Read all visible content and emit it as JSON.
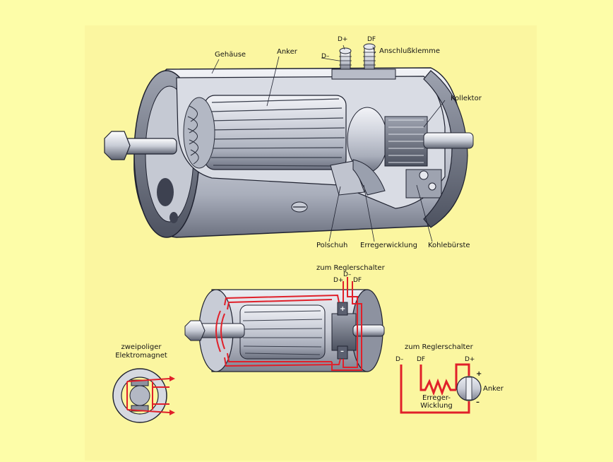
{
  "colors": {
    "background": "#fdfda8",
    "metal_light": "#e6e8ee",
    "metal_mid": "#b8bcc8",
    "metal_dark": "#5b6070",
    "line": "#1f2230",
    "wire_red": "#e0202a"
  },
  "top_diagram": {
    "labels": {
      "gehaeuse": "Gehäuse",
      "anker": "Anker",
      "d_plus": "D+",
      "df": "DF",
      "d_minus": "D–",
      "anschlussklemme": "Anschlußklemme",
      "kollektor": "Kollektor",
      "polschuh": "Polschuh",
      "erregerwicklung": "Erregerwicklung",
      "kohlebuerste": "Kohlebürste"
    }
  },
  "middle_diagram": {
    "labels": {
      "zum_reglerschalter": "zum Reglerschalter",
      "d_minus": "D–",
      "d_plus": "D+",
      "df": "DF",
      "plus": "+",
      "minus": "–"
    }
  },
  "left_diagram": {
    "labels": {
      "line1": "zweipoliger",
      "line2": "Elektromagnet"
    }
  },
  "circuit": {
    "labels": {
      "zum_reglerschalter": "zum Reglerschalter",
      "d_minus": "D–",
      "df": "DF",
      "d_plus": "D+",
      "plus": "+",
      "minus": "–",
      "anker": "Anker",
      "erreger_line1": "Erreger-",
      "erreger_line2": "Wicklung"
    }
  }
}
